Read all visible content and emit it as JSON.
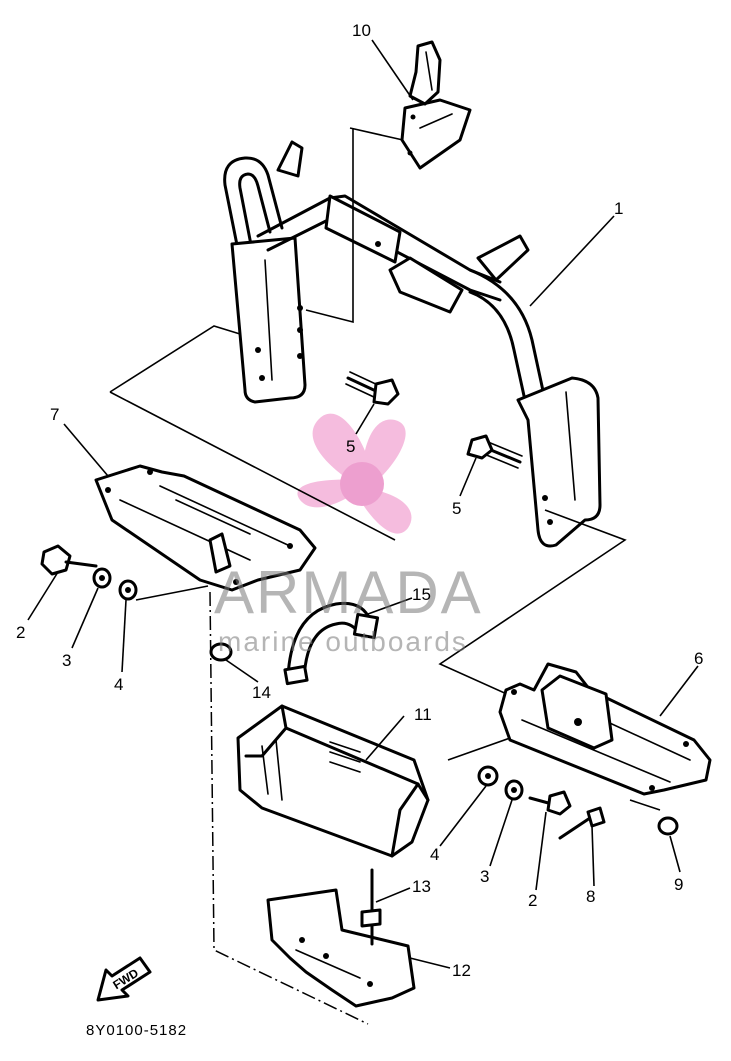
{
  "callouts": {
    "c1": "1",
    "c2a": "2",
    "c2b": "2",
    "c3a": "3",
    "c3b": "3",
    "c4a": "4",
    "c4b": "4",
    "c5a": "5",
    "c5b": "5",
    "c6": "6",
    "c7": "7",
    "c8": "8",
    "c9": "9",
    "c10": "10",
    "c11": "11",
    "c12": "12",
    "c13": "13",
    "c14": "14",
    "c15": "15"
  },
  "watermark": {
    "brand": "ARMADA",
    "tagline": "marine outboards",
    "accent_color": "#e87fbf"
  },
  "fwd_label": "FWD",
  "document_code": "8Y0100-5182"
}
